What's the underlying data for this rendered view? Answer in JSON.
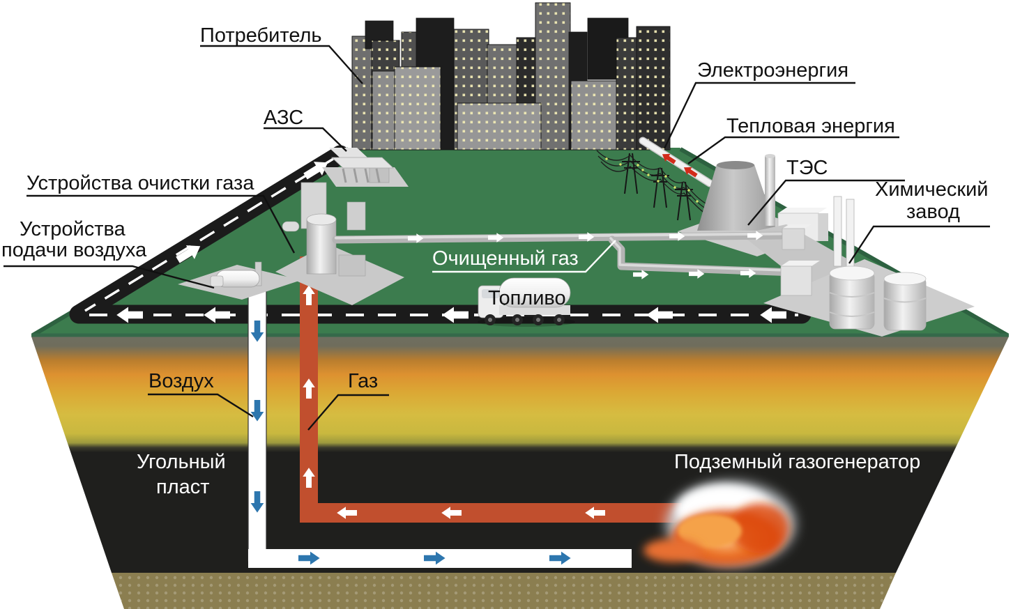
{
  "diagram": {
    "labels": {
      "consumer": "Потребитель",
      "gas_station": "АЗС",
      "gas_cleaning": "Устройства очистки газа",
      "air_supply_line1": "Устройства",
      "air_supply_line2": "подачи воздуха",
      "electricity": "Электроэнергия",
      "thermal_energy": "Тепловая энергия",
      "tpp": "ТЭС",
      "chemical_plant_line1": "Химический",
      "chemical_plant_line2": "завод",
      "purified_gas": "Очищенный газ",
      "fuel": "Топливо",
      "air": "Воздух",
      "gas": "Газ",
      "coal_seam_line1": "Угольный",
      "coal_seam_line2": "пласт",
      "underground_generator": "Подземный газогенератор"
    },
    "colors": {
      "surface_green": "#3c7c4e",
      "edge_green": "#2d6140",
      "soil_orange": "#dd9130",
      "soil_yellow": "#d3bd42",
      "coal_black": "#1f1f1d",
      "bottom_rock": "#8b7e50",
      "road_black": "#1b1b1b",
      "gas_pipe_red": "#c14f2e",
      "clean_gas_pipe_gray": "#b4b4b4",
      "air_arrow_blue": "#2d76ae",
      "energy_arrow_red": "#d22b1a",
      "window_yellow": "#efe9b4"
    }
  }
}
